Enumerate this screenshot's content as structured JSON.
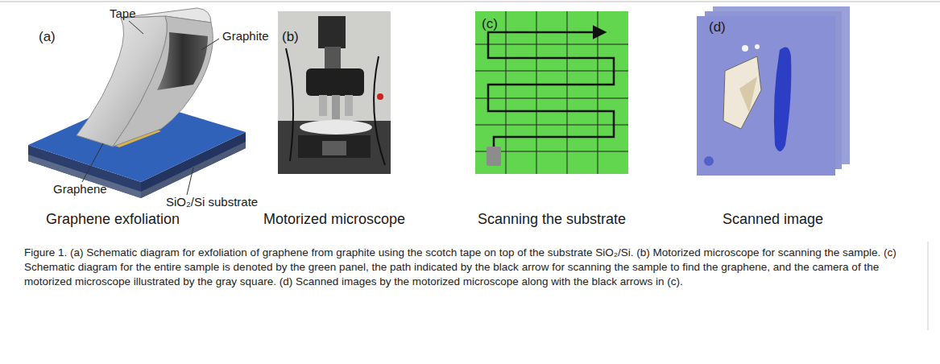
{
  "diagram": {
    "caption": "Figure 1. (a) Schematic diagram for exfoliation of graphene from graphite using the scotch tape on top of the substrate SiO₂/Si. (b) Motorized microscope for scanning the sample. (c) Schematic diagram for the entire sample is denoted by the green panel, the path indicated by the black arrow for scanning the sample to find the graphene, and the camera of the motorized microscope illustrated by the gray square. (d) Scanned images by the motorized microscope along with the black arrows in (c).",
    "labels": [
      "(a)",
      "Tape",
      "Graphite",
      "Graphene",
      "SiO₂/Si substrate",
      "(b)",
      "(c)",
      "(d)",
      "Graphene exfoliation",
      "Motorized microscope",
      "Scanning the substrate",
      "Scanned image"
    ]
  }
}
